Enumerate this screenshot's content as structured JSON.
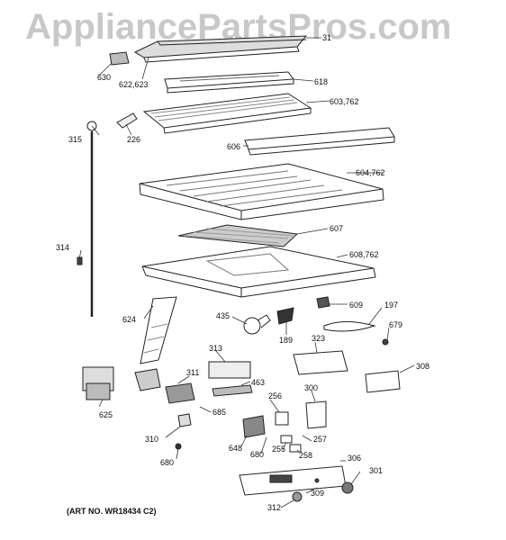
{
  "watermark": "AppliancePartsPros.com",
  "art_number": "(ART NO. WR18434 C2)",
  "callouts": {
    "c31": "31",
    "c630": "630",
    "c622": "622,623",
    "c618": "618",
    "c603": "603,762",
    "c315": "315",
    "c226": "226",
    "c606": "606",
    "c604": "604,762",
    "c607": "607",
    "c314": "314",
    "c608": "608,762",
    "c609": "609",
    "c197": "197",
    "c624": "624",
    "c435": "435",
    "c189": "189",
    "c679": "679",
    "c313": "313",
    "c323": "323",
    "c308": "308",
    "c311": "311",
    "c463": "463",
    "c300": "300",
    "c256": "256",
    "c685": "685",
    "c625": "625",
    "c310": "310",
    "c648": "648",
    "c257": "257",
    "c680a": "680",
    "c680b": "680",
    "c255": "255",
    "c258": "258",
    "c306": "306",
    "c301": "301",
    "c309": "309",
    "c312": "312"
  }
}
